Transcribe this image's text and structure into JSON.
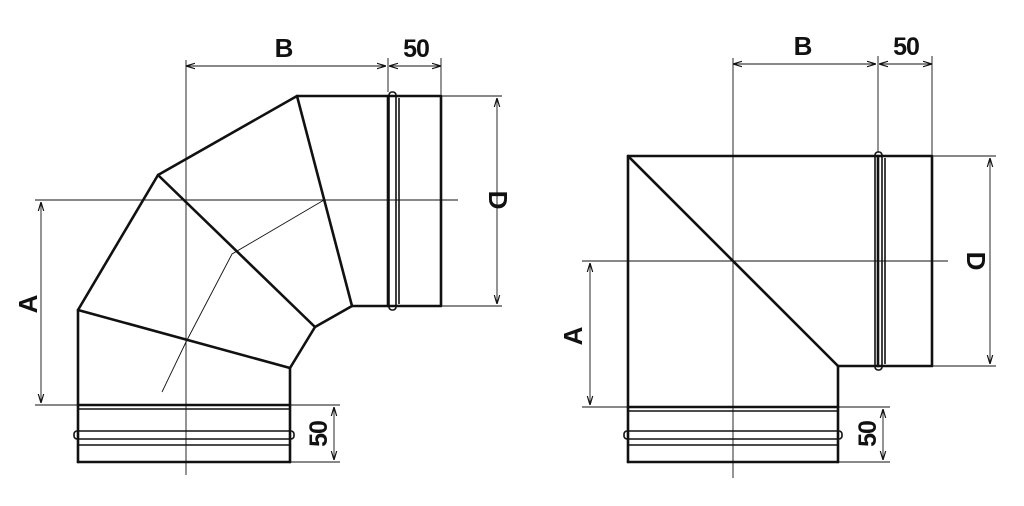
{
  "left_drawing": {
    "label_b": "B",
    "label_top_50": "50",
    "label_d": "D",
    "label_a": "A",
    "label_bottom_50": "50"
  },
  "right_drawing": {
    "label_b": "B",
    "label_top_50": "50",
    "label_d": "D",
    "label_a": "A",
    "label_bottom_50": "50"
  }
}
